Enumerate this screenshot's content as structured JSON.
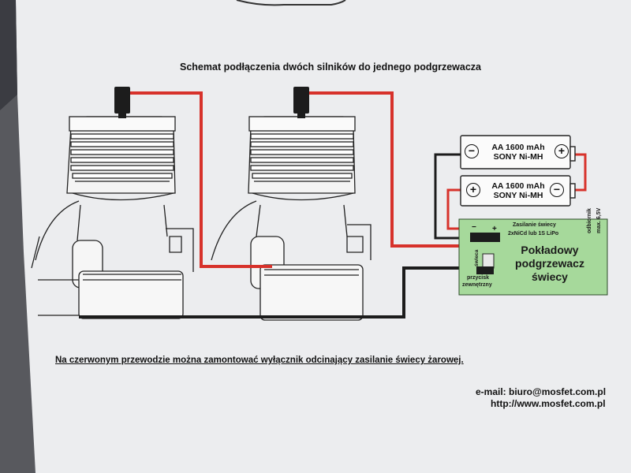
{
  "title": "Schemat podłączenia dwóch silników do jednego podgrzewacza",
  "batteries": [
    {
      "line1": "AA 1600 mAh",
      "line2": "SONY Ni-MH",
      "left_terminal": "−",
      "right_terminal": "+"
    },
    {
      "line1": "AA 1600 mAh",
      "line2": "SONY Ni-MH",
      "left_terminal": "+",
      "right_terminal": "−"
    }
  ],
  "heater_board": {
    "supply_line1": "Zasilanie świecy",
    "supply_line2": "2xNiCd lub 1S LiPo",
    "name_line1": "Pokładowy",
    "name_line2": "podgrzewacz",
    "name_line3": "świecy",
    "receiver_label": "odbiornik",
    "voltage_label": "max. 6,5V",
    "plug_label": "świeca",
    "button_line1": "przycisk",
    "button_line2": "zewnętrzny",
    "terminal_plus": "+",
    "terminal_minus": "−",
    "color": "#a6d99b"
  },
  "note": "Na czerwonym przewodzie można zamontować wyłącznik odcinający zasilanie świecy żarowej.",
  "contact": {
    "email": "e-mail: biuro@mosfet.com.pl",
    "web": "http://www.mosfet.com.pl"
  },
  "wire_colors": {
    "red": "#d7322b",
    "black": "#1c1c1c"
  }
}
